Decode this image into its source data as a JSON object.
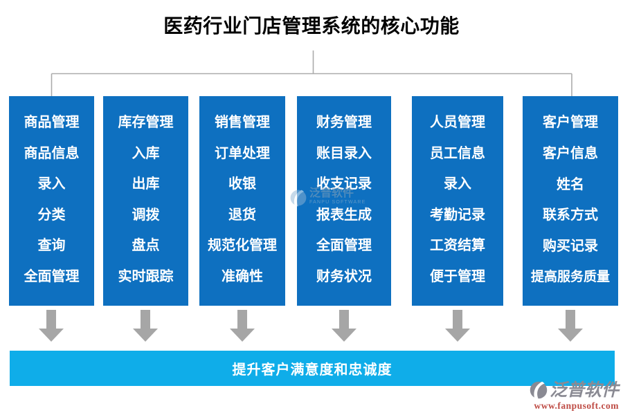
{
  "title": "医药行业门店管理系统的核心功能",
  "columns": [
    {
      "items": [
        "商品管理",
        "商品信息",
        "录入",
        "分类",
        "查询",
        "全面管理"
      ]
    },
    {
      "items": [
        "库存管理",
        "入库",
        "出库",
        "调拨",
        "盘点",
        "实时跟踪"
      ]
    },
    {
      "items": [
        "销售管理",
        "订单处理",
        "收银",
        "退货",
        "规范化管理",
        "准确性"
      ]
    },
    {
      "items": [
        "财务管理",
        "账目录入",
        "收支记录",
        "报表生成",
        "全面管理",
        "财务状况"
      ]
    },
    {
      "items": [
        "人员管理",
        "员工信息",
        "录入",
        "考勤记录",
        "工资结算",
        "便于管理"
      ]
    },
    {
      "items": [
        "客户管理",
        "客户信息",
        "姓名",
        "联系方式",
        "购买记录",
        "提高服务质量"
      ]
    }
  ],
  "banner": {
    "label": "提升客户满意度和忠诚度"
  },
  "watermark": {
    "brand": "泛普软件",
    "subtext": "FANPU SOFTWARE"
  },
  "footer": {
    "brand": "泛普软件",
    "url": "www.fanpusoft.com"
  },
  "colors": {
    "column_blue": "#0E70C0",
    "banner_cyan": "#0FADE9",
    "arrow_gray": "#A6A6A6",
    "connector_gray": "#ABABAB",
    "footer_gray": "#8A8A93",
    "footer_red": "#BE4B44"
  }
}
